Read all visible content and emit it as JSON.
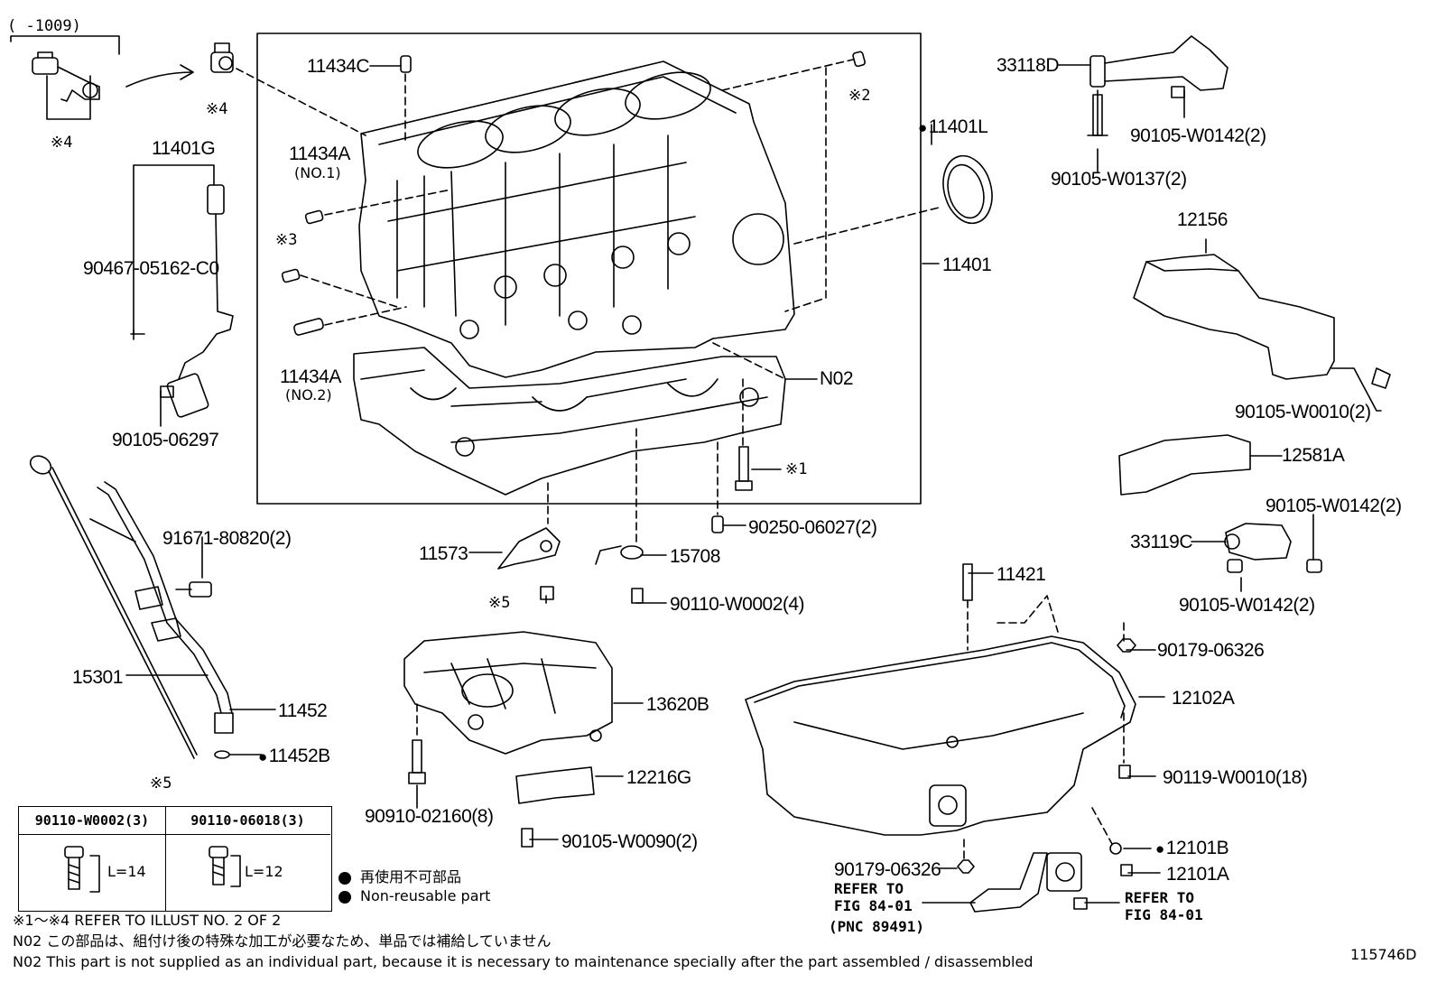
{
  "range_note": "(     -1009)",
  "labels": {
    "p11434C": "11434C",
    "p11434A_1": "11434A",
    "p11434A_1_sub": "(NO.1)",
    "p11434A_2": "11434A",
    "p11434A_2_sub": "(NO.2)",
    "p11401G": "11401G",
    "p90467": "90467-05162-C0",
    "p90105_06297": "90105-06297",
    "p11401L": "11401L",
    "p11401": "11401",
    "pN02": "N02",
    "p91671": "91671-80820(2)",
    "p15301": "15301",
    "p11452": "11452",
    "p11452B": "11452B",
    "p11573": "11573",
    "p15708": "15708",
    "p90250": "90250-06027(2)",
    "p90110_W0002_4": "90110-W0002(4)",
    "p33118D": "33118D",
    "p90105_W0142_a": "90105-W0142(2)",
    "p90105_W0137": "90105-W0137(2)",
    "p12156": "12156",
    "p90105_W0010": "90105-W0010(2)",
    "p12581A": "12581A",
    "p90105_W0142_b": "90105-W0142(2)",
    "p33119C": "33119C",
    "p90105_W0142_c": "90105-W0142(2)",
    "p11421": "11421",
    "p90179_06326_a": "90179-06326",
    "p12102A": "12102A",
    "p13620B": "13620B",
    "p90119": "90119-W0010(18)",
    "p12216G": "12216G",
    "p90910": "90910-02160(8)",
    "p90105_W0090": "90105-W0090(2)",
    "p12101B": "12101B",
    "p12101A": "12101A",
    "p90179_06326_b": "90179-06326",
    "refer1_l1": "REFER TO",
    "refer1_l2": "FIG 84-01",
    "refer1_l3": "(PNC 89491)",
    "refer2_l1": "REFER TO",
    "refer2_l2": "FIG 84-01"
  },
  "marks": {
    "m1": "※1",
    "m2": "※2",
    "m3": "※3",
    "m4a": "※4",
    "m4b": "※4",
    "m5a": "※5",
    "m5b": "※5"
  },
  "bolt_table": {
    "col1_header": "90110-W0002(3)",
    "col2_header": "90110-06018(3)",
    "col1_length": "L=14",
    "col2_length": "L=12"
  },
  "legend": {
    "jp": "再使用不可部品",
    "en": "Non-reusable part"
  },
  "notes": {
    "n1": "※1～※4  REFER TO ILLUST NO. 2 OF 2",
    "n2": "N02  この部品は、組付け後の特殊な加工が必要なため、単品では補給していません",
    "n3": "N02  This part is not supplied as an individual part, because it is necessary to maintenance specially after the part assembled / disassembled"
  },
  "illustration_no": "115746D"
}
